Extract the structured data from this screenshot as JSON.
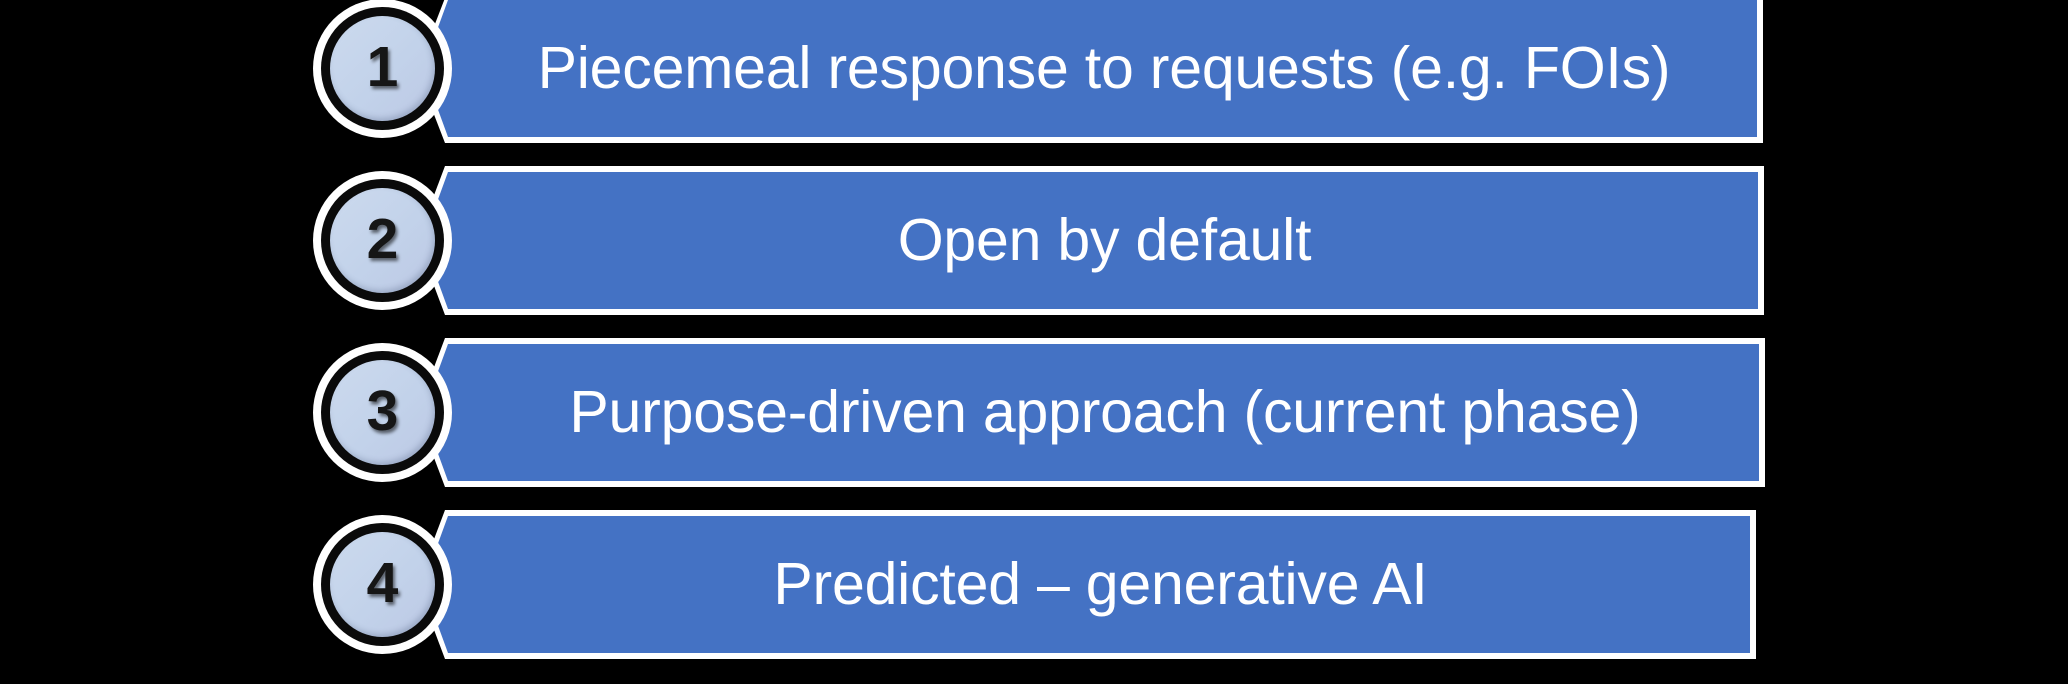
{
  "background_color": "#000000",
  "accent_color": "#4472C4",
  "circle_fill_color": "#C5D5EC",
  "circle_ring_color": "#FFFFFF",
  "text_color": "#FFFFFF",
  "number_color": "#161616",
  "diagram": {
    "type": "numbered-process-steps",
    "step_count": 4,
    "steps": [
      {
        "number": "1",
        "label": "Piecemeal response to requests (e.g. FOIs)"
      },
      {
        "number": "2",
        "label": "Open by default"
      },
      {
        "number": "3",
        "label": "Purpose-driven approach (current phase)"
      },
      {
        "number": "4",
        "label": "Predicted – generative AI"
      }
    ]
  }
}
